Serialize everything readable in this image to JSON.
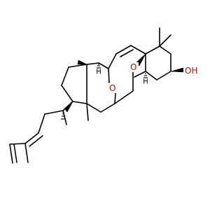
{
  "structure": {
    "atom_labels": {
      "hydroxyl": "OH",
      "ether_oxygen_upper": "O",
      "ether_oxygen_lower": "O"
    },
    "stereo_hydrogens": [
      "H",
      "H"
    ],
    "colors": {
      "bond": "#000000",
      "heteroatom": "#d10000",
      "background": "#ffffff"
    }
  }
}
